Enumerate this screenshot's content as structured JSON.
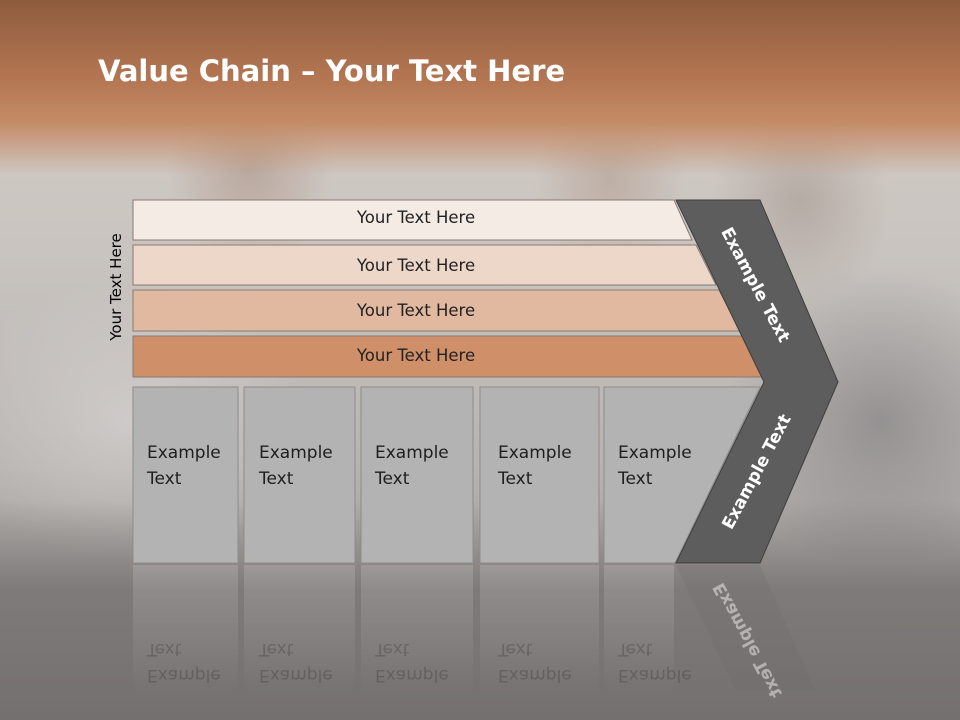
{
  "slide": {
    "title_strong": "Value Chain",
    "title_rest": " – Your Text Here",
    "vertical_label": "Your Text Here"
  },
  "bars": [
    {
      "label": "Your Text Here",
      "color": "#f4ebe4"
    },
    {
      "label": "Your Text Here",
      "color": "#ecd7c9"
    },
    {
      "label": "Your Text Here",
      "color": "#e0b9a0"
    },
    {
      "label": "Your Text Here",
      "color": "#cf8f68"
    }
  ],
  "columns": [
    {
      "line1": "Example",
      "line2": "Text"
    },
    {
      "line1": "Example",
      "line2": "Text"
    },
    {
      "line1": "Example",
      "line2": "Text"
    },
    {
      "line1": "Example",
      "line2": "Text"
    },
    {
      "line1": "Example",
      "line2": "Text"
    }
  ],
  "chevron": {
    "upper_label": "Example Text",
    "lower_label": "Example Text",
    "color": "#5d5d5d"
  },
  "colors": {
    "header": "#b47652",
    "column_fill": "#b3b3b3"
  }
}
